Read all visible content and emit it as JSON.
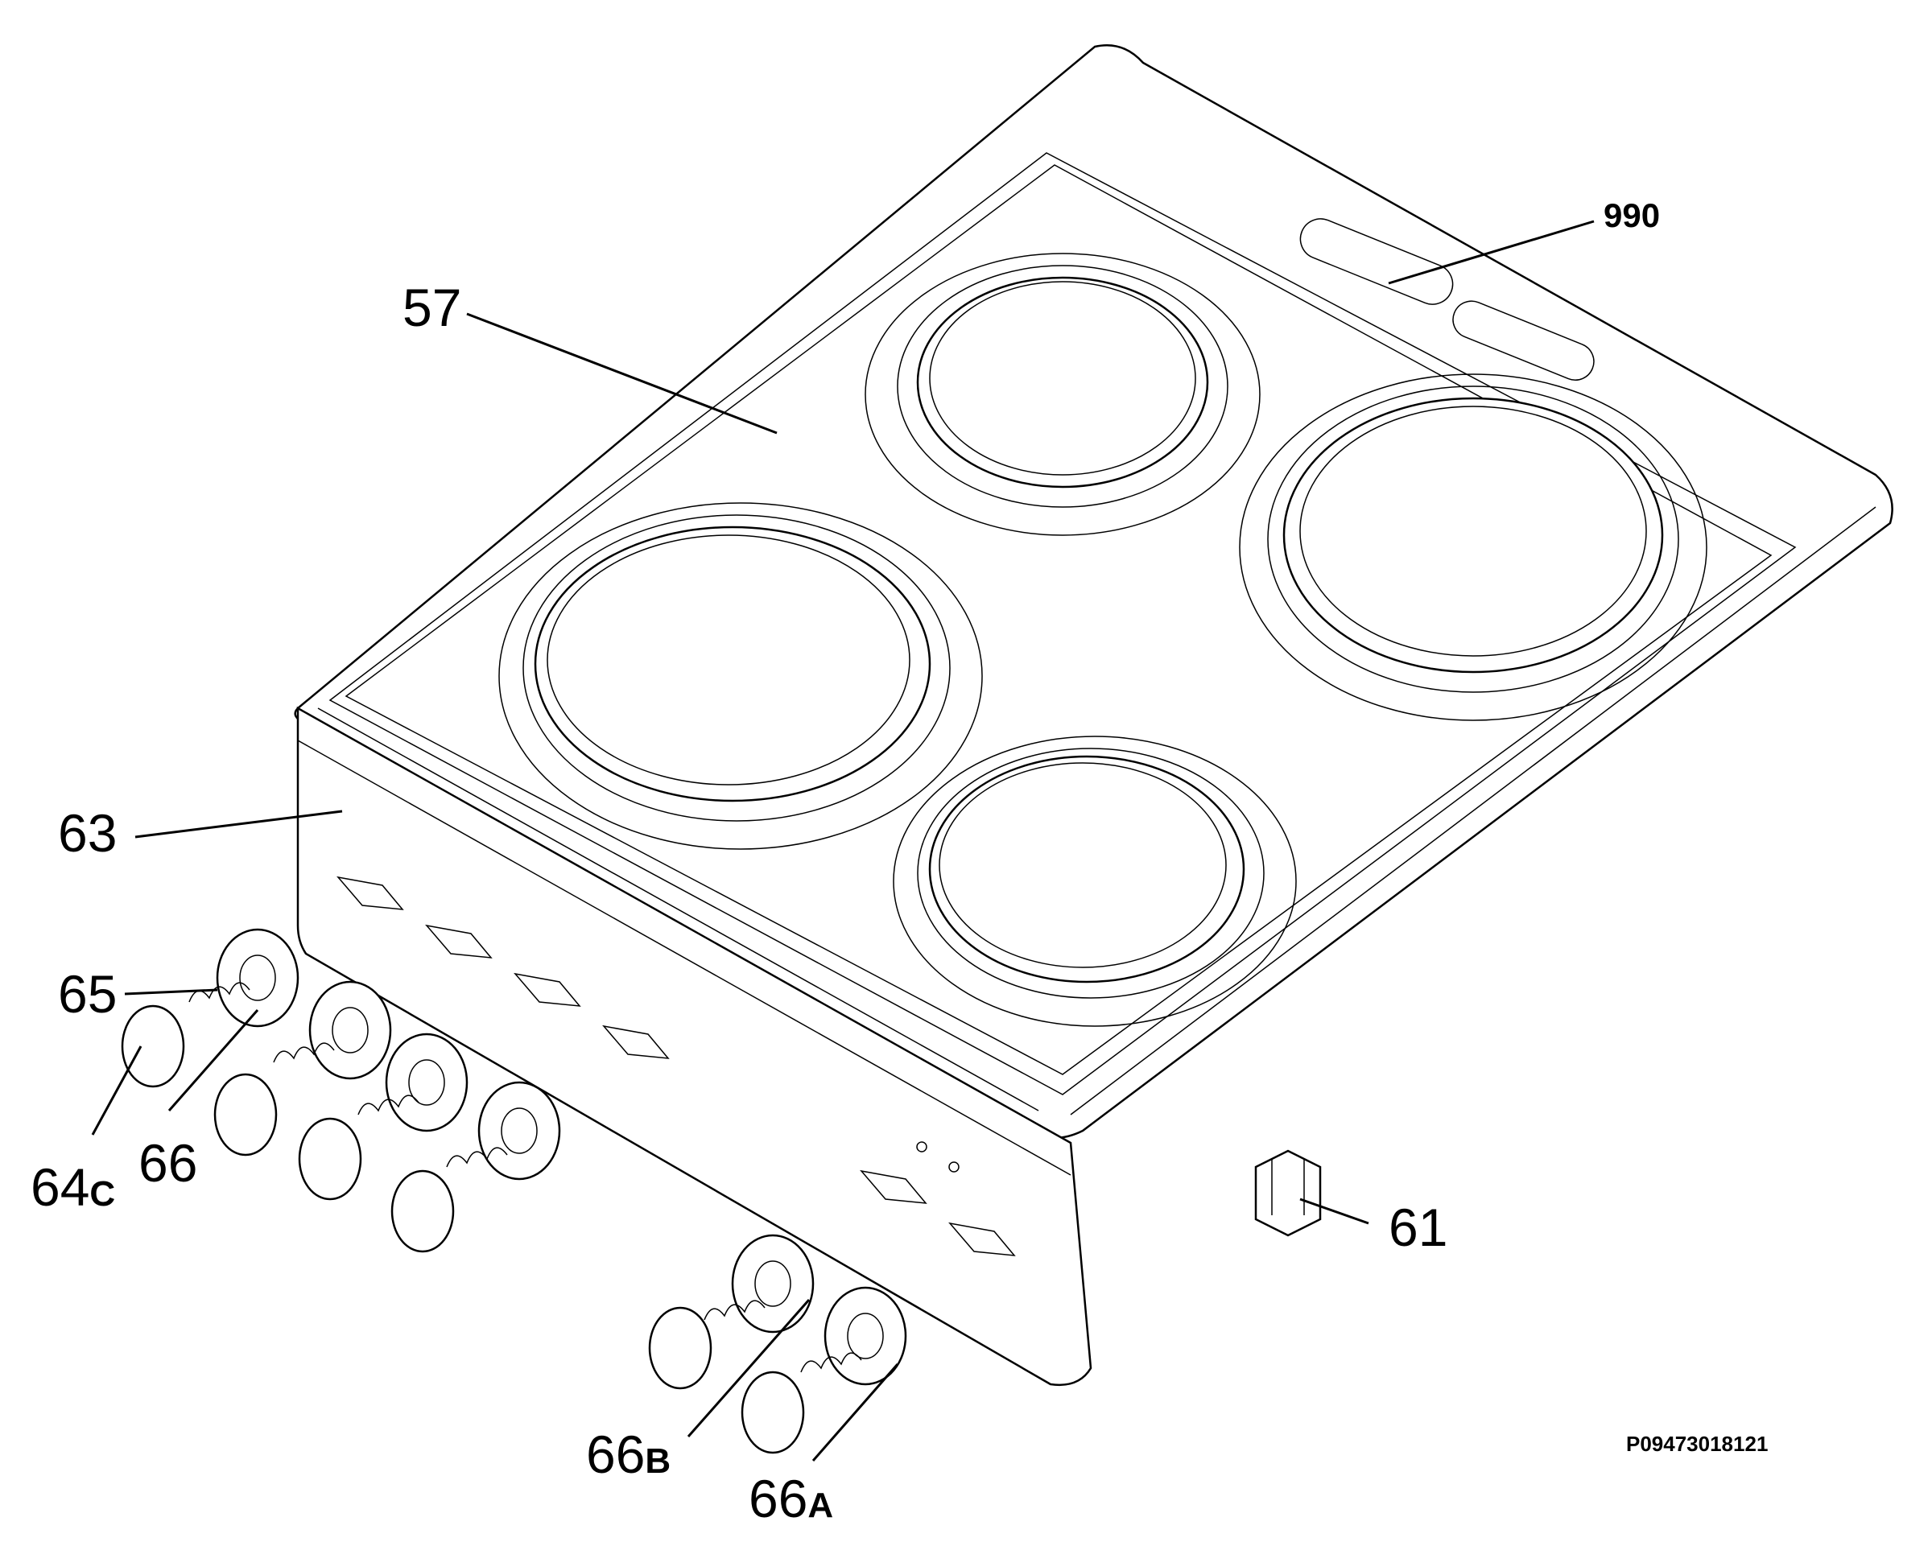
{
  "diagram": {
    "callouts": {
      "c990": "990",
      "c57": "57",
      "c63": "63",
      "c65": "65",
      "c66": "66",
      "c64c": "64",
      "c64c_sub": "C",
      "c61": "61",
      "c66b": "66",
      "c66b_sub": "B",
      "c66a": "66",
      "c66a_sub": "A"
    },
    "drawing_code": "P09473018121"
  }
}
